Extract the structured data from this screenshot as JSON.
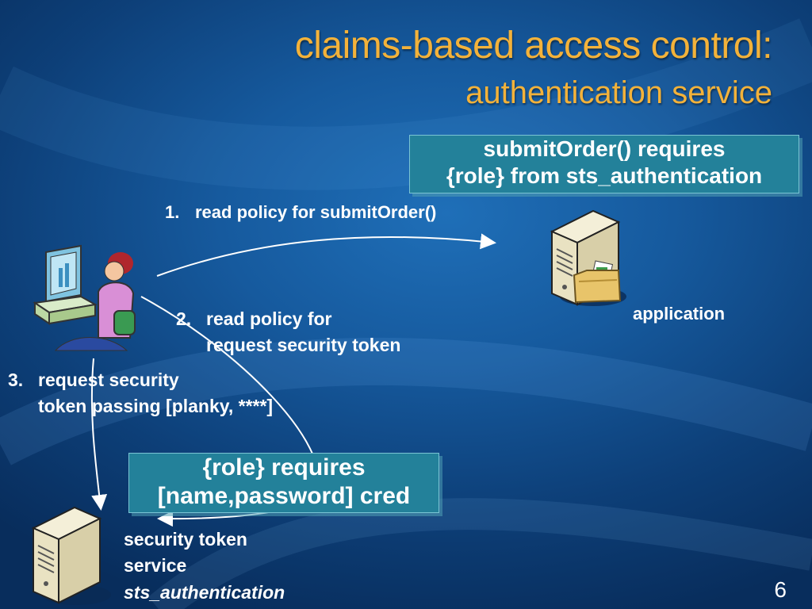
{
  "slide": {
    "title_line1": "claims-based access control:",
    "title_line2": "authentication service",
    "page_number": "6"
  },
  "boxes": {
    "policy_app": {
      "line1": "submitOrder() requires",
      "line2": "{role} from sts_authentication"
    },
    "policy_sts": {
      "line1": "{role} requires",
      "line2": "[name,password] cred"
    }
  },
  "steps": [
    {
      "number": "1.",
      "line1": "read policy for submitOrder()"
    },
    {
      "number": "2.",
      "line1": "read policy for",
      "line2": "request security token"
    },
    {
      "number": "3.",
      "line1": "request security",
      "line2": "token passing [planky, ****]"
    }
  ],
  "nodes": {
    "application": {
      "label": "application"
    },
    "sts": {
      "line1": "security token",
      "line2": "service",
      "line3": "sts_authentication"
    }
  },
  "icons": [
    "user-at-computer-icon",
    "server-icon",
    "folder-icon",
    "server-icon"
  ],
  "colors": {
    "title": "#f3b23a",
    "box": "#23819a",
    "background": "#165a9e"
  }
}
